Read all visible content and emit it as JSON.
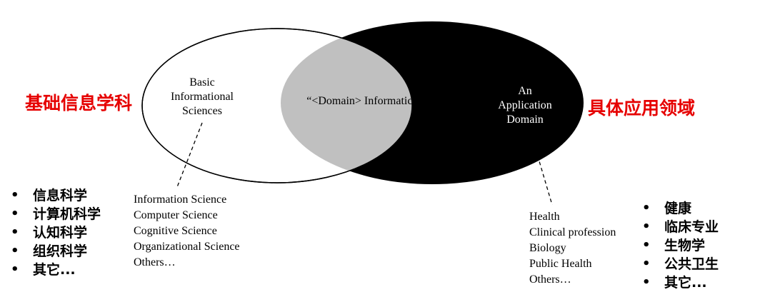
{
  "diagram": {
    "left_circle_label": [
      "Basic",
      "Informational",
      "Sciences"
    ],
    "center_label": "“<Domain> Informatics”",
    "right_circle_label": [
      "An",
      "Application",
      "Domain"
    ],
    "left_examples": [
      "Information Science",
      "Computer Science",
      "Cognitive Science",
      "Organizational Science",
      "Others…"
    ],
    "right_examples": [
      "Health",
      "Clinical profession",
      "Biology",
      "Public Health",
      "Others…"
    ]
  },
  "annotations": {
    "left_title": "基础信息学科",
    "right_title": "具体应用领域",
    "bullet_symbol": "•",
    "left_bullets": [
      "信息科学",
      "计算机科学",
      "认知科学",
      "组织科学",
      "其它..."
    ],
    "right_bullets": [
      "健康",
      "临床专业",
      "生物学",
      "公共卫生",
      "其它..."
    ]
  },
  "colors": {
    "overlap_fill": "#c0c0c0",
    "right_circle_fill": "#000000",
    "left_circle_fill": "#ffffff",
    "title_red": "#e60000"
  }
}
